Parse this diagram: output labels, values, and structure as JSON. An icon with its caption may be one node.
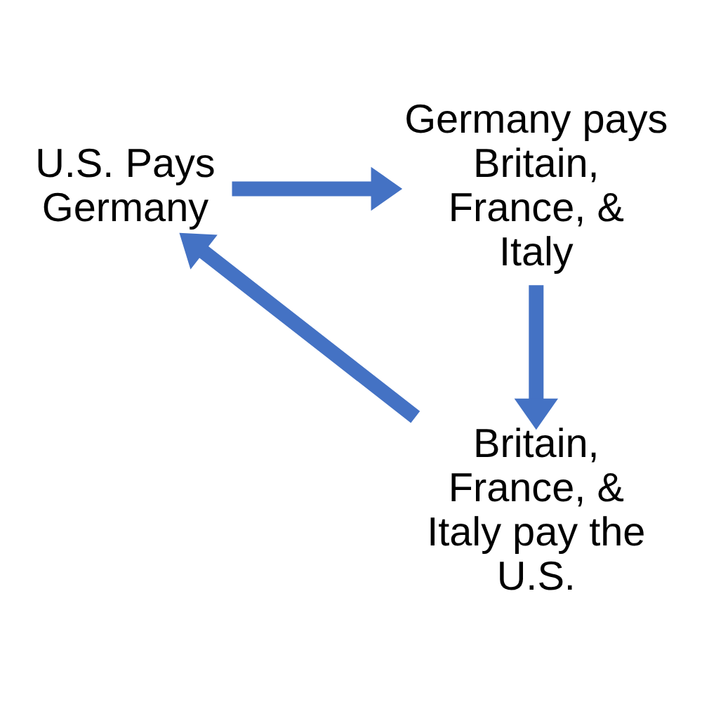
{
  "diagram": {
    "nodes": [
      {
        "text": [
          "U.S. Pays Germany"
        ]
      },
      {
        "text": [
          "Germany pays Britain, France, & Italy"
        ]
      },
      {
        "text": [
          "Britain, France, & Italy pay the U.S."
        ]
      }
    ],
    "edges": [
      {
        "from": 0,
        "to": 1,
        "arrow": "to"
      },
      {
        "from": 1,
        "to": 2,
        "arrow": "to"
      },
      {
        "from": 2,
        "to": 0,
        "arrow": "to"
      }
    ]
  }
}
